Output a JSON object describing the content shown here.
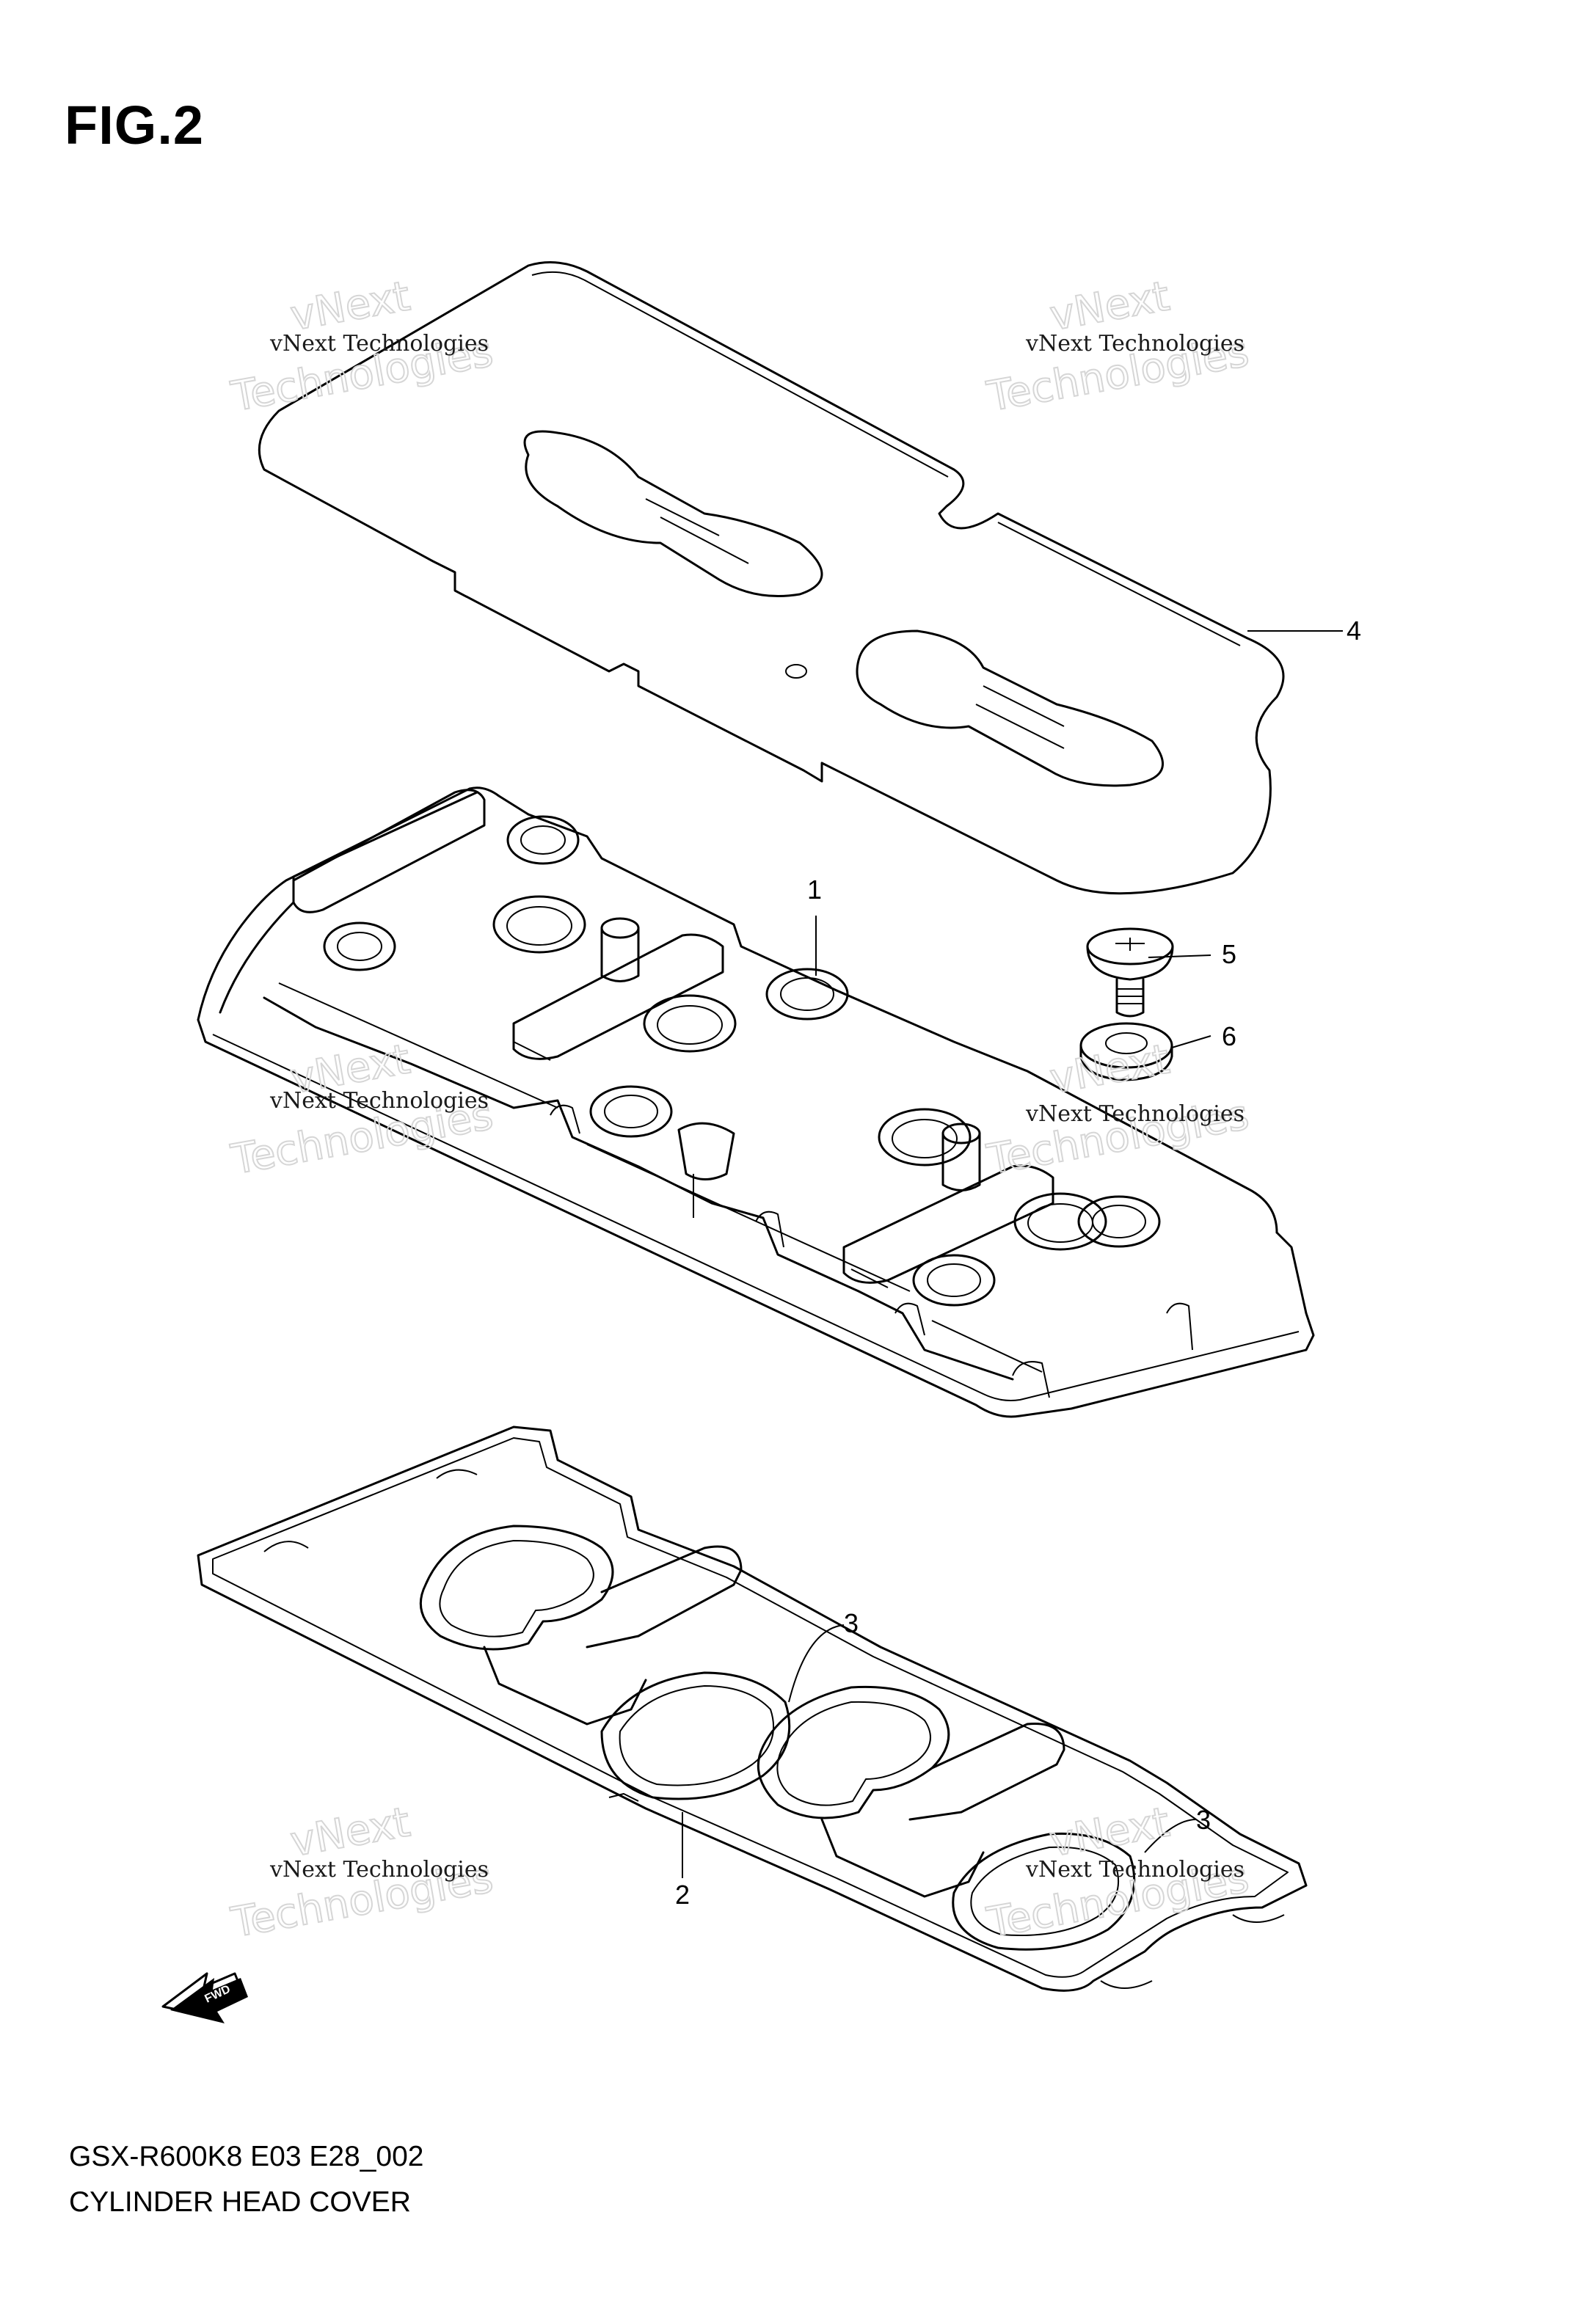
{
  "figure": {
    "title": "FIG.2"
  },
  "footer": {
    "code": "GSX-R600K8 E03 E28_002",
    "name": "CYLINDER HEAD COVER"
  },
  "watermark": {
    "line1": "vNext Technologies",
    "line2": "vNext",
    "line3": "Technologies"
  },
  "fwd_label": "FWD",
  "callouts": [
    "1",
    "2",
    "3",
    "3",
    "4",
    "5",
    "6"
  ]
}
